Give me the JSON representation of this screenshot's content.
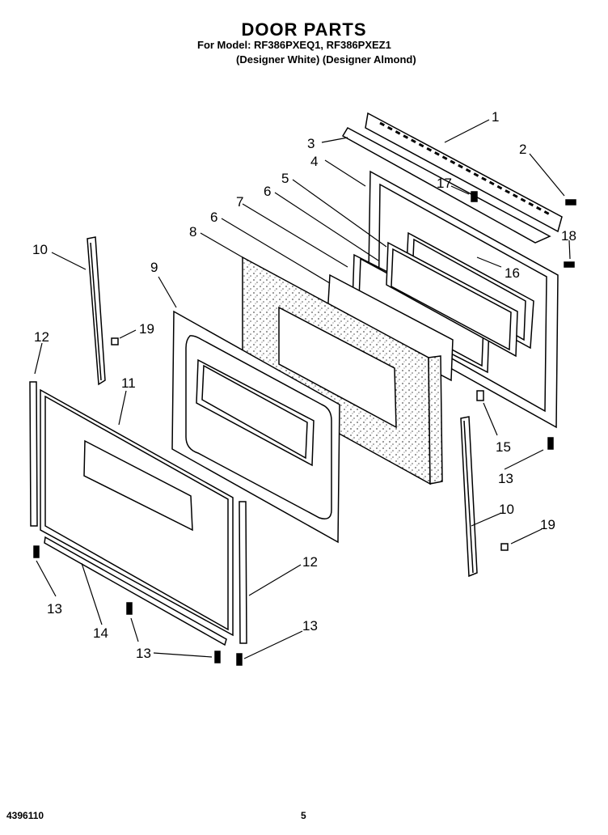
{
  "header": {
    "title": "DOOR PARTS",
    "model_line": "For Model: RF386PXEQ1, RF386PXEZ1",
    "designer_line": "(Designer White) (Designer Almond)"
  },
  "callouts": [
    "1",
    "2",
    "3",
    "4",
    "5",
    "6",
    "7",
    "6",
    "8",
    "9",
    "10",
    "17",
    "18",
    "16",
    "19",
    "12",
    "11",
    "15",
    "13",
    "10",
    "19",
    "12",
    "13",
    "14",
    "13",
    "13"
  ],
  "footer": {
    "part_number": "4396110",
    "page_number": "5"
  }
}
